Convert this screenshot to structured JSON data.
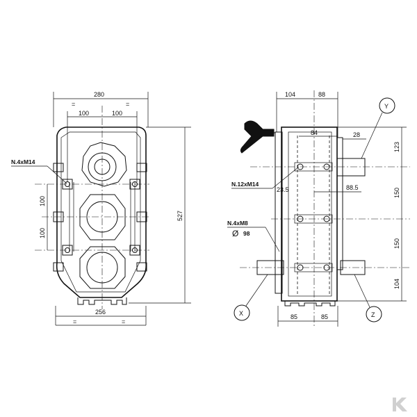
{
  "front_view": {
    "dims": {
      "overall_width": "280",
      "half_left": "100",
      "half_right": "100",
      "eq_top_left": "=",
      "eq_top_right": "=",
      "base_width": "256",
      "eq_bottom_left": "=",
      "eq_bottom_right": "=",
      "height": "527",
      "vertical_upper": "100",
      "vertical_lower": "100"
    },
    "callout": "N.4xM14"
  },
  "side_view": {
    "dims": {
      "top_left": "104",
      "top_right": "88",
      "inner_84": "84",
      "inner_28": "28",
      "d_23_5": "23.5",
      "d_88_5": "88.5",
      "right_123": "123",
      "right_150_a": "150",
      "right_150_b": "150",
      "right_104": "104",
      "bottom_left": "85",
      "bottom_right": "85"
    },
    "callout_holes": "N.12xM14",
    "callout_flange": "N.4xM8",
    "diameter_symbol": "Ø",
    "diameter_value": "98",
    "shaft_labels": {
      "x": "X",
      "y": "Y",
      "z": "Z"
    }
  },
  "logo": {
    "letter": "K",
    "color": "#d0d0d0"
  }
}
